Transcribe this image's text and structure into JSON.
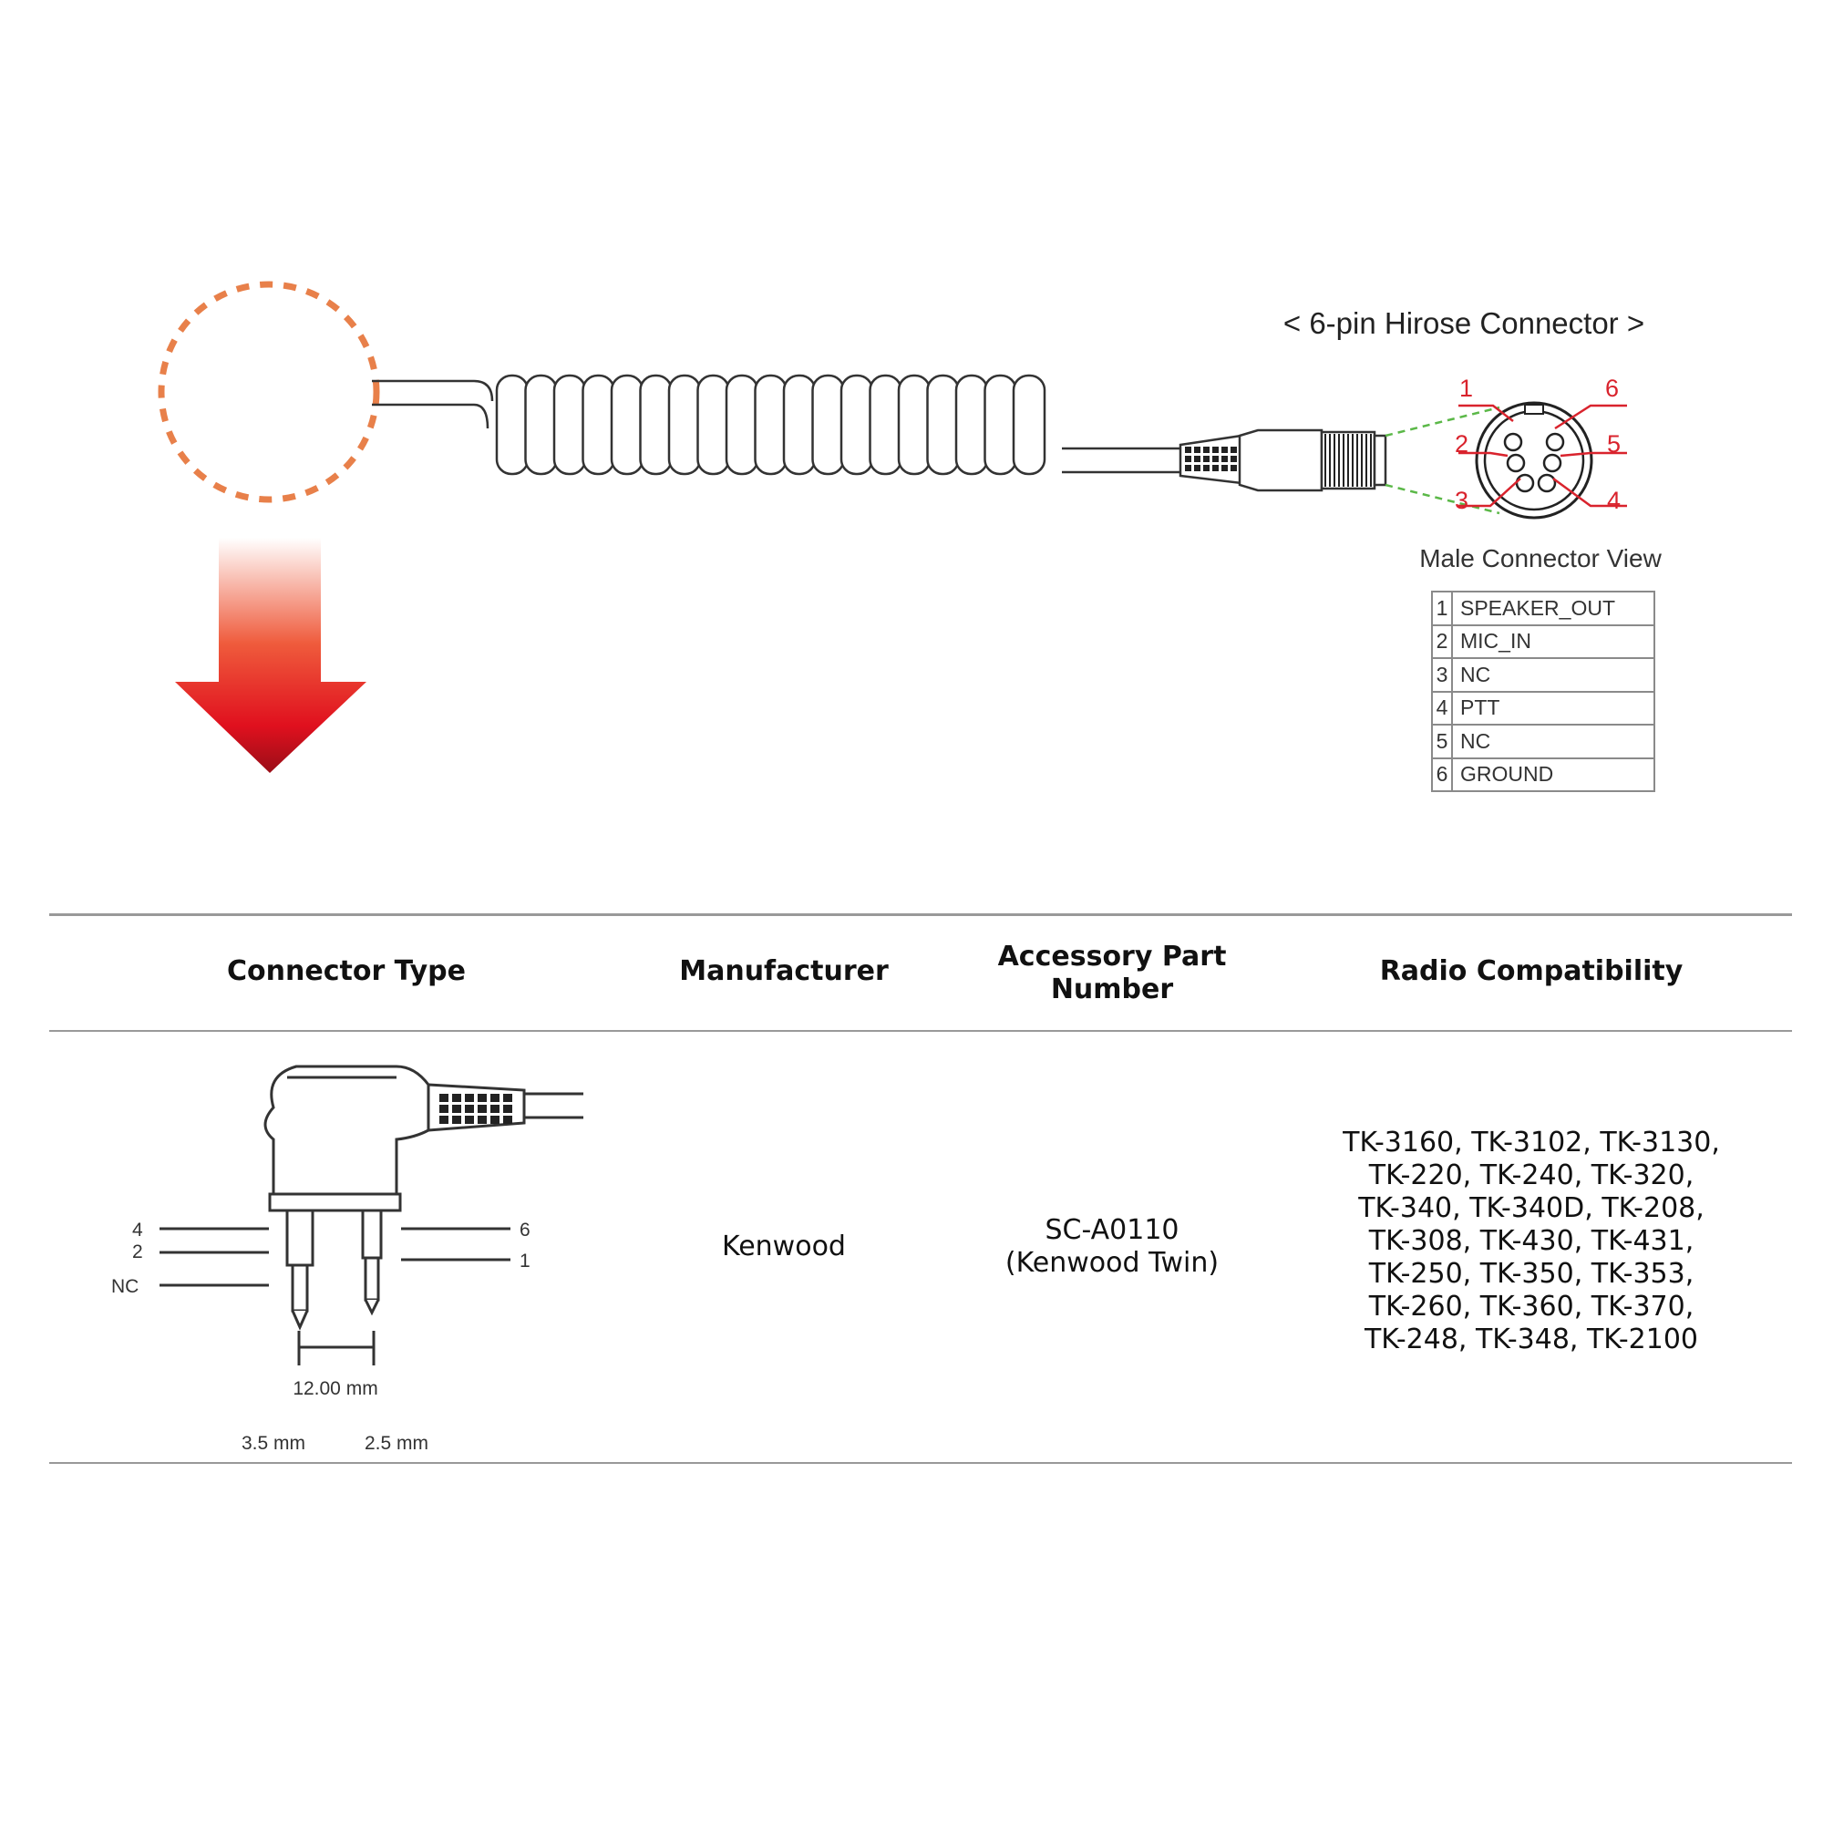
{
  "connector": {
    "title": "< 6-pin Hirose Connector >",
    "view_label": "Male Connector View",
    "pin_labels": [
      "1",
      "2",
      "3",
      "4",
      "5",
      "6"
    ],
    "pins": [
      {
        "num": "1",
        "signal": "SPEAKER_OUT"
      },
      {
        "num": "2",
        "signal": "MIC_IN"
      },
      {
        "num": "3",
        "signal": "NC"
      },
      {
        "num": "4",
        "signal": "PTT"
      },
      {
        "num": "5",
        "signal": "NC"
      },
      {
        "num": "6",
        "signal": "GROUND"
      }
    ]
  },
  "colors": {
    "accent_red": "#d9232d",
    "dashed_orange": "#e8804a",
    "guide_green": "#5bb848",
    "arrow_red": "#e0101e"
  },
  "table": {
    "headers": {
      "connector_type": "Connector Type",
      "manufacturer": "Manufacturer",
      "part_number": "Accessory Part Number",
      "compatibility": "Radio Compatibility"
    },
    "row": {
      "manufacturer": "Kenwood",
      "part_number_line1": "SC-A0110",
      "part_number_line2": "(Kenwood Twin)",
      "compat_lines": [
        "TK-3160, TK-3102, TK-3130,",
        "TK-220, TK-240, TK-320,",
        "TK-340, TK-340D, TK-208,",
        "TK-308, TK-430, TK-431,",
        "TK-250, TK-350, TK-353,",
        "TK-260, TK-360, TK-370,",
        "TK-248, TK-348, TK-2100"
      ],
      "plug_labels": {
        "left_top": "4",
        "left_mid": "2",
        "left_bottom": "NC",
        "right_top": "6",
        "right_bottom": "1",
        "spacing": "12.00 mm",
        "size_left": "3.5 mm",
        "size_right": "2.5 mm"
      }
    }
  }
}
